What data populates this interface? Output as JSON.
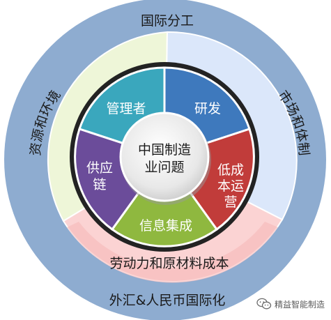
{
  "outer_ring": {
    "top": "国际分工",
    "bottom": "外汇&人民币国际化"
  },
  "middle_ring": {
    "left": "资源和环境",
    "right": "市场和体制",
    "bottom": "劳动力和原材料成本"
  },
  "inner_segments": {
    "top_left": "管理者",
    "top_right": "研发",
    "right": [
      "低成",
      "本运",
      "营"
    ],
    "bottom": "信息集成",
    "left": [
      "供应",
      "链"
    ]
  },
  "center": {
    "line1": "中国制造",
    "line2": "业问题"
  },
  "watermark": {
    "text": "精益智能制造",
    "icon": "wechat-icon"
  },
  "colors": {
    "outer_ring": "#8eacd0",
    "middle_left": "#eef6d8",
    "middle_right": "#dbe7fa",
    "middle_bottom": "#fbd3d3",
    "segment_top_left": "#3aa7bd",
    "segment_top_right": "#3e79bd",
    "segment_right": "#c13c3a",
    "segment_bottom": "#8fb83f",
    "segment_left": "#6b4c9a",
    "center": "#e6e6e6"
  }
}
